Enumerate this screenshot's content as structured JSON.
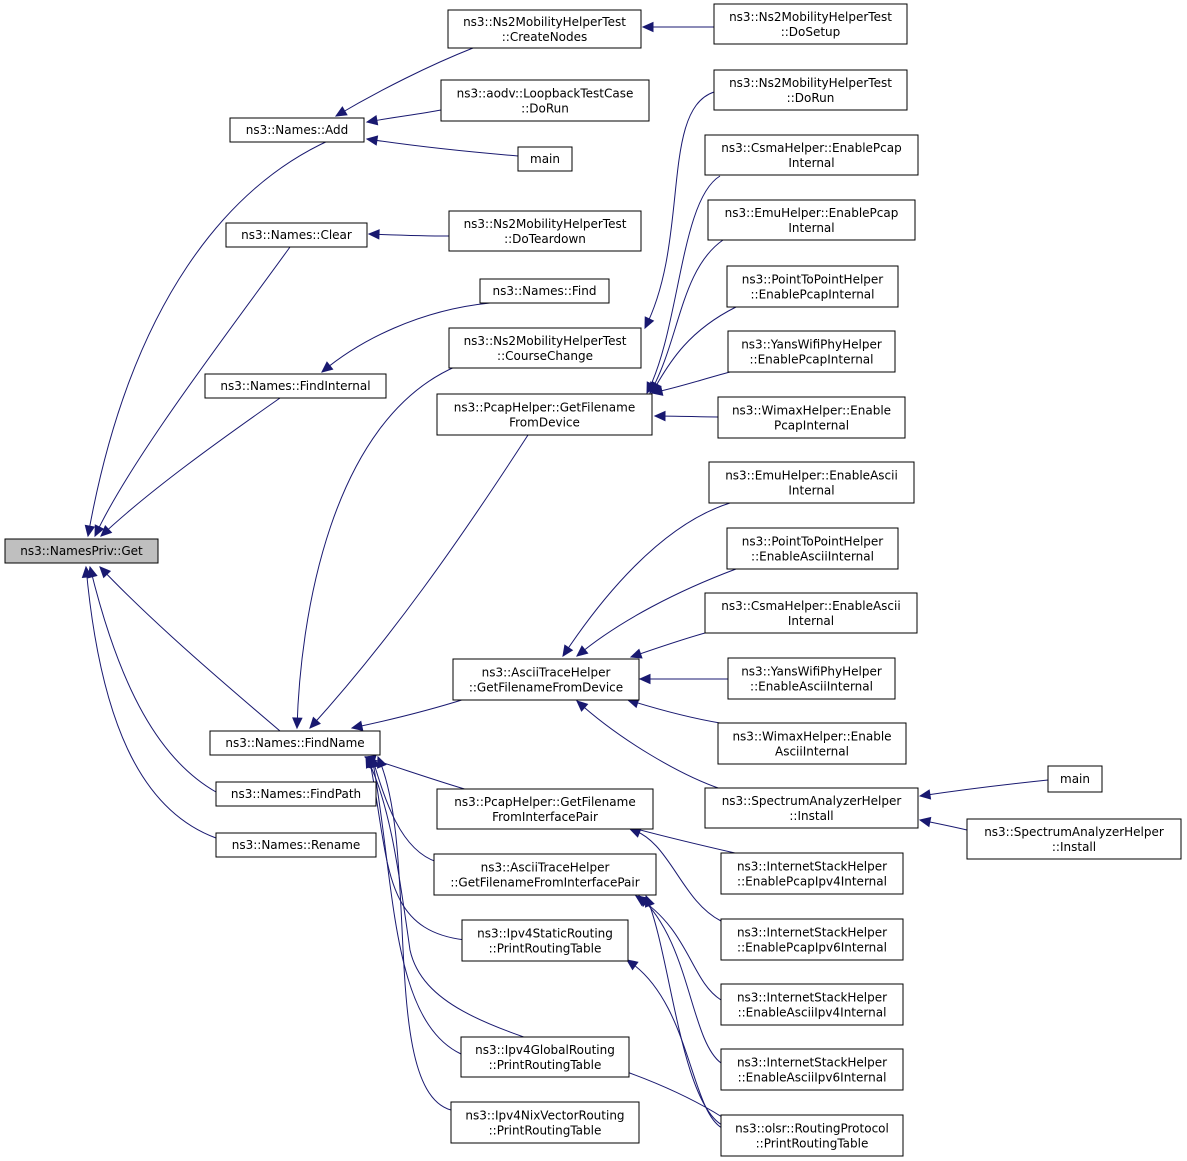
{
  "colors": {
    "edge": "#191970",
    "root_fill": "#bfbfbf",
    "node_fill": "#ffffff",
    "node_border": "#000000"
  },
  "nodes": {
    "get": [
      "ns3::NamesPriv::Get"
    ],
    "add": [
      "ns3::Names::Add"
    ],
    "clear": [
      "ns3::Names::Clear"
    ],
    "findinternal": [
      "ns3::Names::FindInternal"
    ],
    "findname": [
      "ns3::Names::FindName"
    ],
    "findpath": [
      "ns3::Names::FindPath"
    ],
    "rename": [
      "ns3::Names::Rename"
    ],
    "createnodes": [
      "ns3::Ns2MobilityHelperTest",
      "::CreateNodes"
    ],
    "aodv": [
      "ns3::aodv::LoopbackTestCase",
      "::DoRun"
    ],
    "main1": [
      "main"
    ],
    "doteardown": [
      "ns3::Ns2MobilityHelperTest",
      "::DoTeardown"
    ],
    "find": [
      "ns3::Names::Find"
    ],
    "coursechange": [
      "ns3::Ns2MobilityHelperTest",
      "::CourseChange"
    ],
    "pcapdev": [
      "ns3::PcapHelper::GetFilename",
      "FromDevice"
    ],
    "asciidev": [
      "ns3::AsciiTraceHelper",
      "::GetFilenameFromDevice"
    ],
    "pcapif": [
      "ns3::PcapHelper::GetFilename",
      "FromInterfacePair"
    ],
    "asciiif": [
      "ns3::AsciiTraceHelper",
      "::GetFilenameFromInterfacePair"
    ],
    "ipv4static": [
      "ns3::Ipv4StaticRouting",
      "::PrintRoutingTable"
    ],
    "ipv4global": [
      "ns3::Ipv4GlobalRouting",
      "::PrintRoutingTable"
    ],
    "ipv4nix": [
      "ns3::Ipv4NixVectorRouting",
      "::PrintRoutingTable"
    ],
    "dosetup": [
      "ns3::Ns2MobilityHelperTest",
      "::DoSetup"
    ],
    "dorun2": [
      "ns3::Ns2MobilityHelperTest",
      "::DoRun"
    ],
    "csmapcap": [
      "ns3::CsmaHelper::EnablePcap",
      "Internal"
    ],
    "emupcap": [
      "ns3::EmuHelper::EnablePcap",
      "Internal"
    ],
    "p2ppcap": [
      "ns3::PointToPointHelper",
      "::EnablePcapInternal"
    ],
    "yanspcap": [
      "ns3::YansWifiPhyHelper",
      "::EnablePcapInternal"
    ],
    "wimaxpcap": [
      "ns3::WimaxHelper::Enable",
      "PcapInternal"
    ],
    "emuascii": [
      "ns3::EmuHelper::EnableAscii",
      "Internal"
    ],
    "p2pascii": [
      "ns3::PointToPointHelper",
      "::EnableAsciiInternal"
    ],
    "csmaascii": [
      "ns3::CsmaHelper::EnableAscii",
      "Internal"
    ],
    "yansascii": [
      "ns3::YansWifiPhyHelper",
      "::EnableAsciiInternal"
    ],
    "wimaxascii": [
      "ns3::WimaxHelper::Enable",
      "AsciiInternal"
    ],
    "spectrum": [
      "ns3::SpectrumAnalyzerHelper",
      "::Install"
    ],
    "inetpcap4": [
      "ns3::InternetStackHelper",
      "::EnablePcapIpv4Internal"
    ],
    "inetpcap6": [
      "ns3::InternetStackHelper",
      "::EnablePcapIpv6Internal"
    ],
    "inetascii4": [
      "ns3::InternetStackHelper",
      "::EnableAsciiIpv4Internal"
    ],
    "inetascii6": [
      "ns3::InternetStackHelper",
      "::EnableAsciiIpv6Internal"
    ],
    "olsr": [
      "ns3::olsr::RoutingProtocol",
      "::PrintRoutingTable"
    ],
    "main2": [
      "main"
    ],
    "spectrum2": [
      "ns3::SpectrumAnalyzerHelper",
      "::Install"
    ]
  }
}
